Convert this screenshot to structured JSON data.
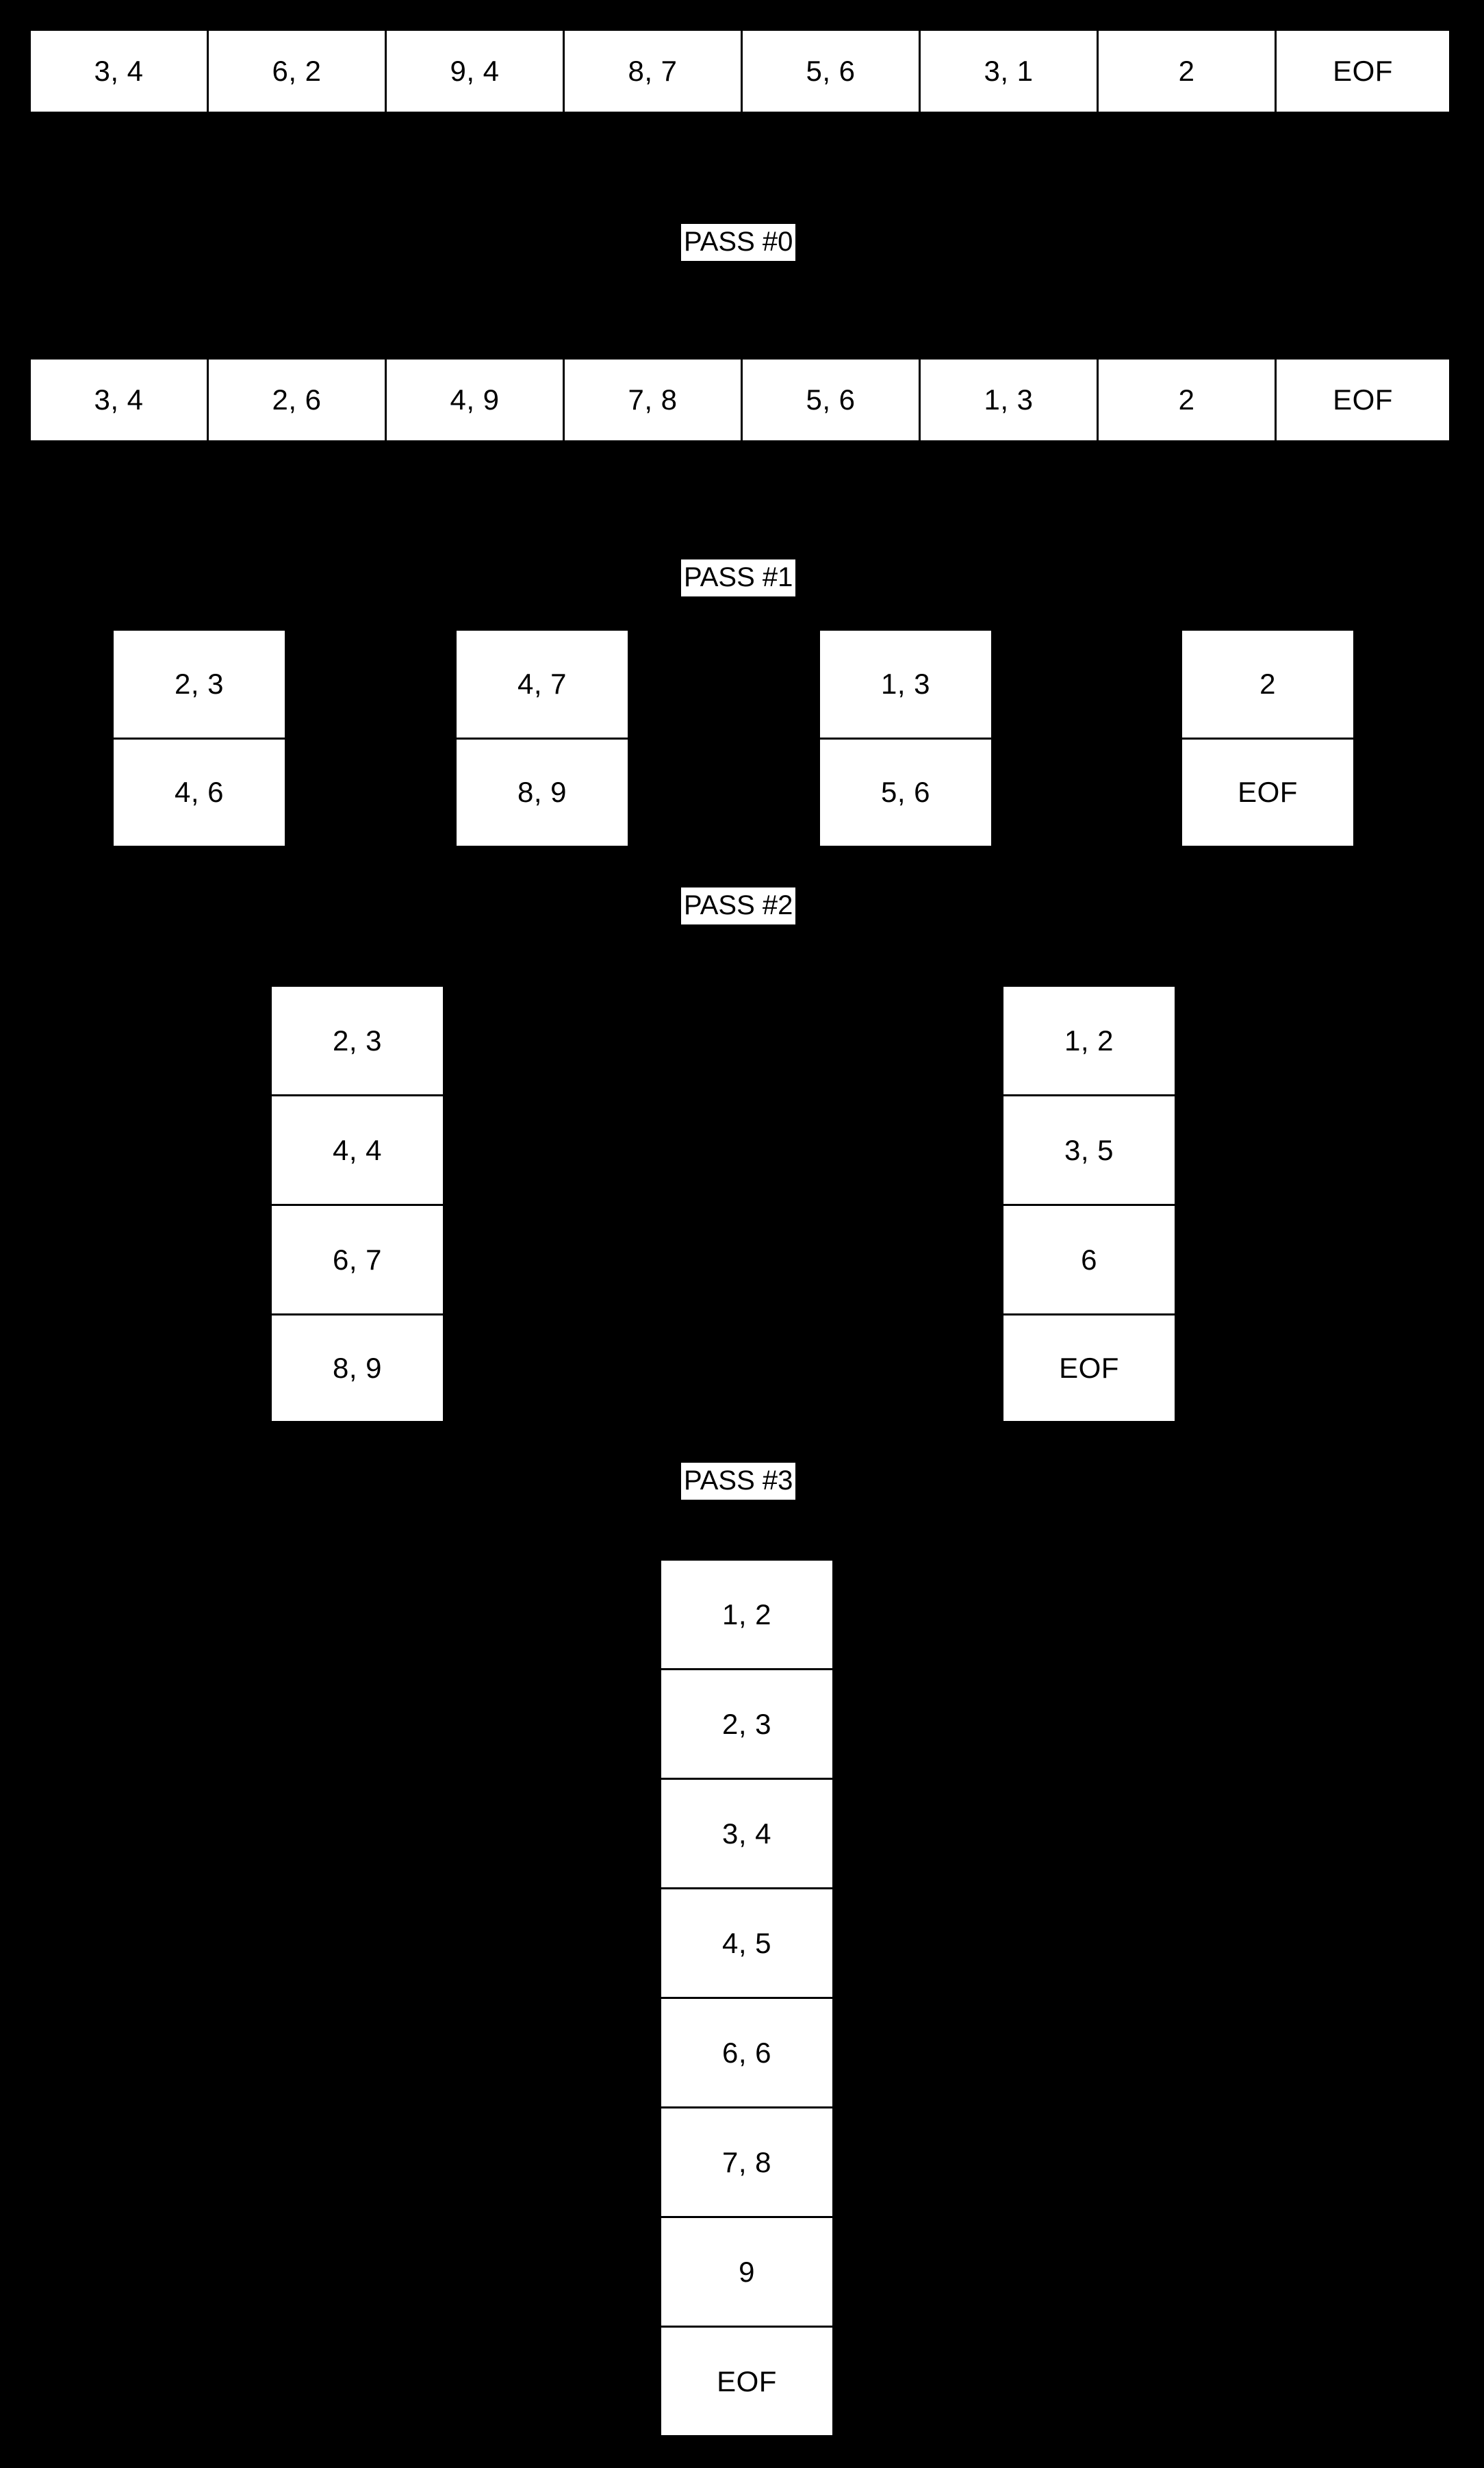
{
  "diagram": {
    "title_visible": false,
    "background_color": "#000000",
    "cell_fill_color": "#ffffff",
    "line_color": "#000000",
    "eof_token": "EOF"
  },
  "stages": [
    {
      "id": "initial",
      "orientation": "horizontal",
      "runs": [
        {
          "cells": [
            "3, 4",
            "6, 2",
            "9, 4",
            "8, 7",
            "5, 6",
            "3, 1",
            "2",
            "EOF"
          ]
        }
      ]
    },
    {
      "id": "pass0",
      "label": "PASS #0",
      "orientation": "horizontal",
      "runs": [
        {
          "cells": [
            "3, 4",
            "2, 6",
            "4, 9",
            "7, 8",
            "5, 6",
            "1, 3",
            "2",
            "EOF"
          ]
        }
      ]
    },
    {
      "id": "pass1",
      "label": "PASS #1",
      "orientation": "vertical",
      "runs": [
        {
          "cells": [
            "2, 3",
            "4, 6"
          ]
        },
        {
          "cells": [
            "4, 7",
            "8, 9"
          ]
        },
        {
          "cells": [
            "1, 3",
            "5, 6"
          ]
        },
        {
          "cells": [
            "2",
            "EOF"
          ]
        }
      ]
    },
    {
      "id": "pass2",
      "label": "PASS #2",
      "orientation": "vertical",
      "runs": [
        {
          "cells": [
            "2, 3",
            "4, 4",
            "6, 7",
            "8, 9"
          ]
        },
        {
          "cells": [
            "1, 2",
            "3, 5",
            "6",
            "EOF"
          ]
        }
      ]
    },
    {
      "id": "pass3",
      "label": "PASS #3",
      "orientation": "vertical",
      "runs": [
        {
          "cells": [
            "1, 2",
            "2, 3",
            "3, 4",
            "4, 5",
            "6, 6",
            "7, 8",
            "9",
            "EOF"
          ]
        }
      ]
    }
  ],
  "labels": {
    "pass0": "PASS #0",
    "pass1": "PASS #1",
    "pass2": "PASS #2",
    "pass3": "PASS #3"
  }
}
